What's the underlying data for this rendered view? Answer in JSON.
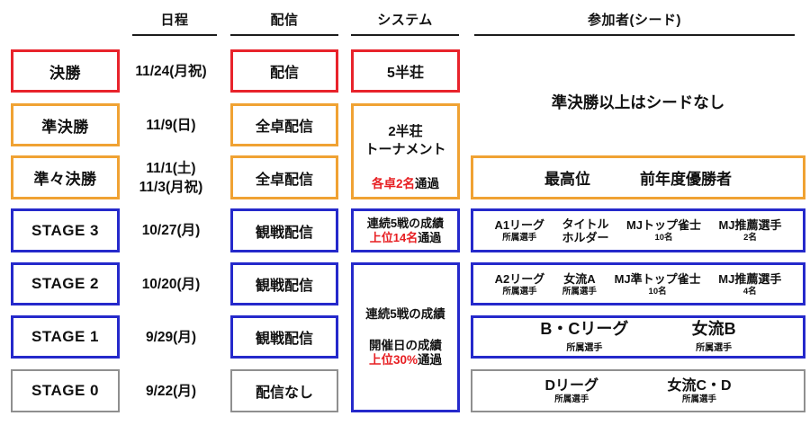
{
  "header": {
    "col_date": "日程",
    "col_broadcast": "配信",
    "col_system": "システム",
    "col_participants": "参加者(シード)"
  },
  "rows": [
    {
      "stage": "決勝",
      "date": "11/24(月祝)",
      "broadcast": "配信"
    },
    {
      "stage": "準決勝",
      "date": "11/9(日)",
      "broadcast": "全卓配信"
    },
    {
      "stage": "準々決勝",
      "date": "11/1(土)",
      "date_line2": "11/3(月祝)",
      "broadcast": "全卓配信"
    },
    {
      "stage": "STAGE 3",
      "date": "10/27(月)",
      "broadcast": "観戦配信"
    },
    {
      "stage": "STAGE 2",
      "date": "10/20(月)",
      "broadcast": "観戦配信"
    },
    {
      "stage": "STAGE 1",
      "date": "9/29(月)",
      "broadcast": "観戦配信"
    },
    {
      "stage": "STAGE 0",
      "date": "9/22(月)",
      "broadcast": "配信なし"
    }
  ],
  "system": {
    "final": "5半荘",
    "tournament": {
      "title_line1": "2半荘",
      "title_line2": "トーナメント",
      "pass_highlight": "各卓2名",
      "pass_rest": "通過"
    },
    "stage3": {
      "line1": "連続5戦の成績",
      "pass_highlight": "上位14名",
      "pass_rest": "通過"
    },
    "lower": {
      "line1": "連続5戦の成績",
      "line2": "開催日の成績",
      "pass_highlight": "上位30%",
      "pass_rest": "通過"
    }
  },
  "participants": {
    "note": "準決勝以上はシードなし",
    "quarterfinal": [
      {
        "main": "最高位"
      },
      {
        "main": "前年度優勝者"
      }
    ],
    "stage3": [
      {
        "main": "A1リーグ",
        "sub": "所属選手"
      },
      {
        "main": "タイトル",
        "main2": "ホルダー"
      },
      {
        "main": "MJトップ雀士",
        "sub": "10名"
      },
      {
        "main": "MJ推薦選手",
        "sub": "2名"
      }
    ],
    "stage2": [
      {
        "main": "A2リーグ",
        "sub": "所属選手"
      },
      {
        "main": "女流A",
        "sub": "所属選手"
      },
      {
        "main": "MJ準トップ雀士",
        "sub": "10名"
      },
      {
        "main": "MJ推薦選手",
        "sub": "4名"
      }
    ],
    "stage1": [
      {
        "main": "B・Cリーグ",
        "sub": "所属選手"
      },
      {
        "main": "女流B",
        "sub": "所属選手"
      }
    ],
    "stage0": [
      {
        "main": "Dリーグ",
        "sub": "所属選手"
      },
      {
        "main": "女流C・D",
        "sub": "所属選手"
      }
    ]
  },
  "colors": {
    "red": "#E8232B",
    "orange": "#F0A233",
    "blue": "#2529CB",
    "gray": "#8F8F8F",
    "highlight_text": "#E71E22"
  }
}
